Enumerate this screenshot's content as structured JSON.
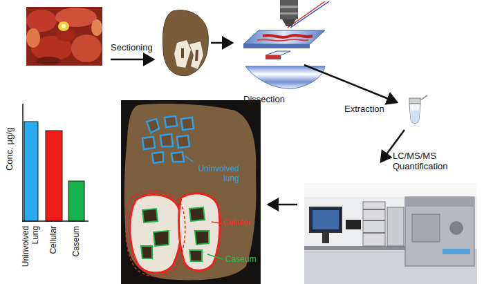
{
  "diagram": {
    "labels": [
      "Sectioning",
      "Dissection",
      "Extraction",
      "LC/MS/MS Quantification",
      "Uninvolved lung",
      "Cellular",
      "Caseum",
      "Conc. µg/g",
      "Uninvolved Lung",
      "Cellular",
      "Caseum"
    ]
  }
}
